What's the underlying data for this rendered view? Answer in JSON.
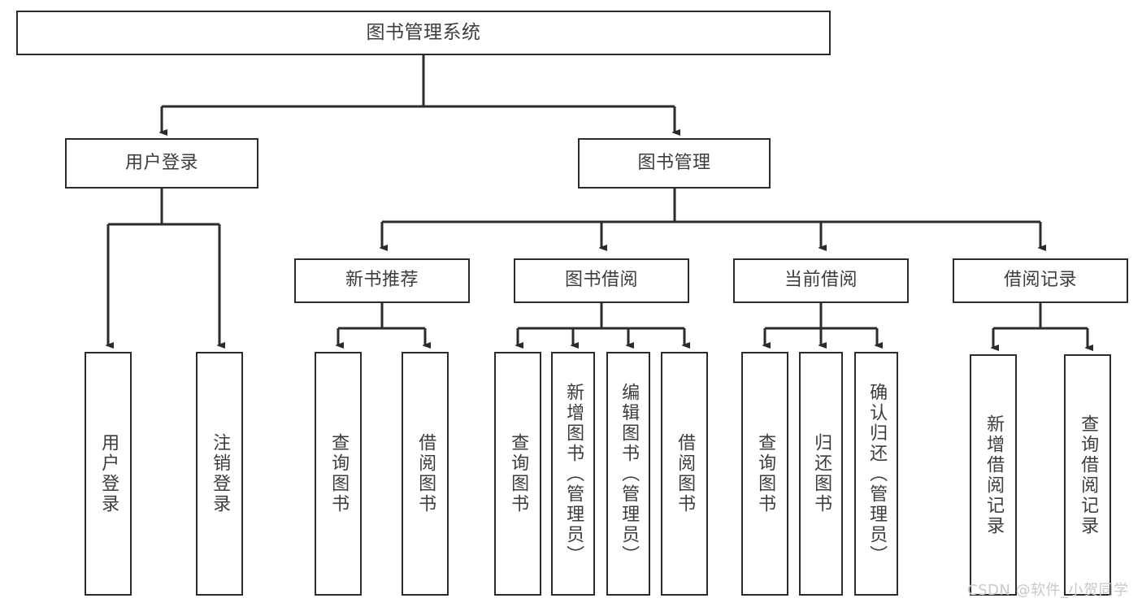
{
  "diagram": {
    "title": "图书管理系统",
    "watermark": "CSDN @软件_小贺同学",
    "stroke_color": "#2b2b2b",
    "text_color": "#3d3d3d",
    "background_color": "#ffffff",
    "watermark_color": "#c9c9c9"
  },
  "nodes": {
    "root": {
      "label": "图书管理系统"
    },
    "level2": [
      {
        "label": "用户登录"
      },
      {
        "label": "图书管理"
      }
    ],
    "level3": [
      {
        "label": "新书推荐"
      },
      {
        "label": "图书借阅"
      },
      {
        "label": "当前借阅"
      },
      {
        "label": "借阅记录"
      }
    ],
    "leaves": {
      "user_login": [
        {
          "label": "用户登录"
        },
        {
          "label": "注销登录"
        }
      ],
      "new_book": [
        {
          "label": "查询图书"
        },
        {
          "label": "借阅图书"
        }
      ],
      "book_borrow": [
        {
          "label": "查询图书"
        },
        {
          "label": "新增图书（管理员）"
        },
        {
          "label": "编辑图书（管理员）"
        },
        {
          "label": "借阅图书"
        }
      ],
      "current_borrow": [
        {
          "label": "查询图书"
        },
        {
          "label": "归还图书"
        },
        {
          "label": "确认归还（管理员）"
        }
      ],
      "borrow_record": [
        {
          "label": "新增借阅记录"
        },
        {
          "label": "查询借阅记录"
        }
      ]
    }
  }
}
